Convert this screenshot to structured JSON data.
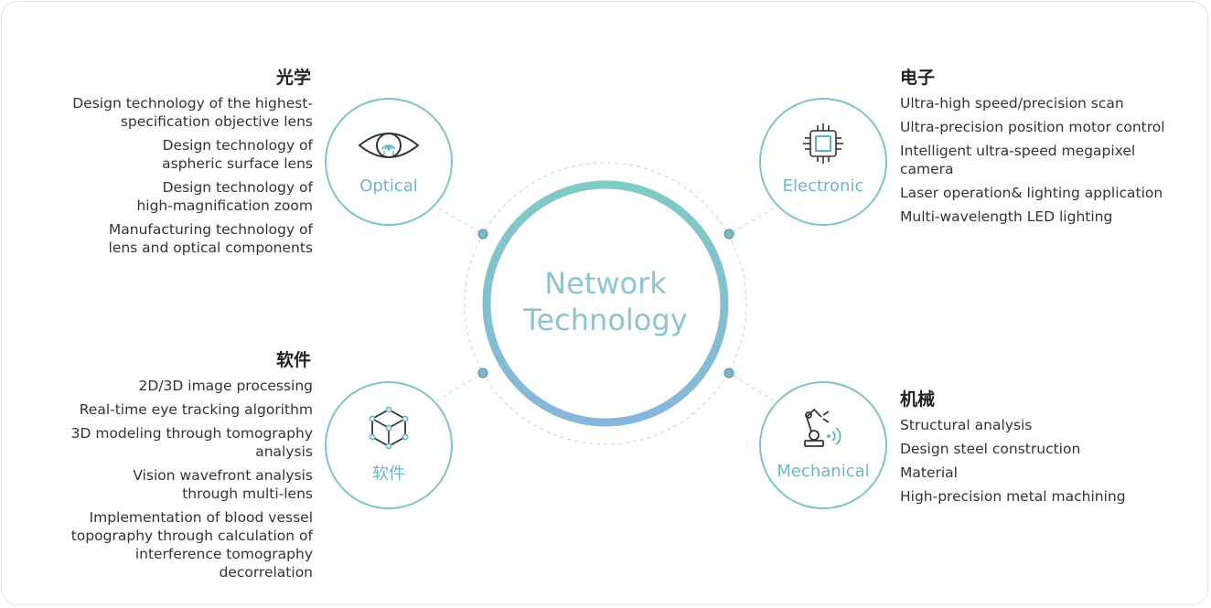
{
  "center": {
    "line1": "Network",
    "line2": "Technology"
  },
  "nodes": {
    "optical": {
      "label": "Optical",
      "icon": "eye-icon"
    },
    "electronic": {
      "label": "Electronic",
      "icon": "chip-icon"
    },
    "software": {
      "label": "软件",
      "icon": "cube-icon"
    },
    "mechanical": {
      "label": "Mechanical",
      "icon": "robot-arm-icon"
    }
  },
  "sections": {
    "optical": {
      "heading": "光学",
      "items": [
        "Design technology of the highest-specification objective lens",
        "Design technology of aspheric surface lens",
        "Design technology of high-magnification zoom",
        "Manufacturing technology of lens and optical components"
      ]
    },
    "electronic": {
      "heading": "电子",
      "items": [
        "Ultra-high speed/precision scan",
        "Ultra-precision position motor control",
        "Intelligent ultra-speed megapixel camera",
        "Laser operation& lighting application",
        "Multi-wavelength LED lighting"
      ]
    },
    "software": {
      "heading": "软件",
      "items": [
        "2D/3D image processing",
        "Real-time eye tracking algorithm",
        "3D modeling through tomography analysis",
        "Vision wavefront analysis through multi-lens",
        "Implementation of blood vessel topography through calculation of interference tomography decorrelation"
      ]
    },
    "mechanical": {
      "heading": "机械",
      "items": [
        "Structural analysis",
        "Design steel construction",
        "Material",
        "High-precision metal machining"
      ]
    }
  },
  "colors": {
    "accent_teal": "#7fc8c8",
    "accent_blue": "#86b8d8",
    "ring": "#8cc4cf"
  }
}
